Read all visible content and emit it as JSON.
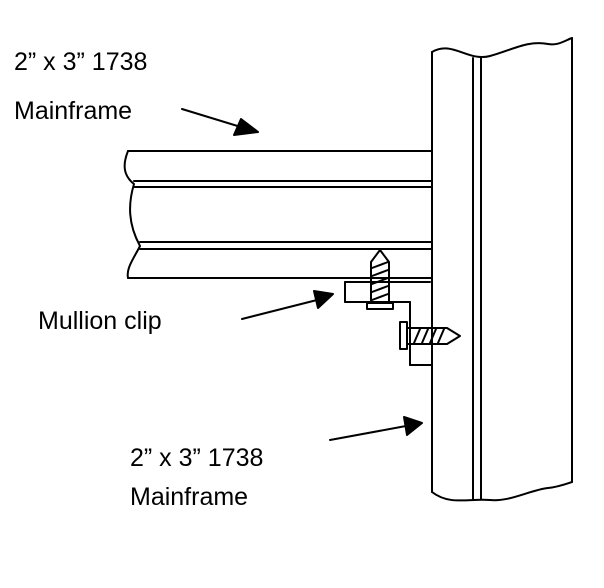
{
  "labels": {
    "top_line1": "2” x 3” 1738",
    "top_line2": "Mainframe",
    "clip": "Mullion clip",
    "bottom_line1": "2” x 3” 1738",
    "bottom_line2": "Mainframe"
  },
  "colors": {
    "line": "#000000",
    "background": "#ffffff"
  }
}
